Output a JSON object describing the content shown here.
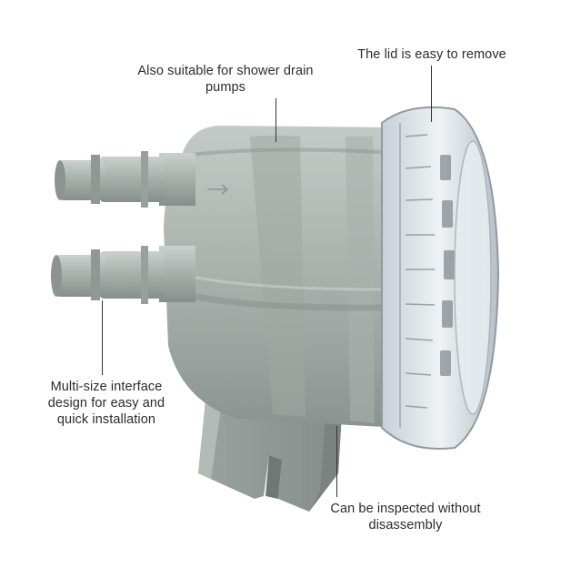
{
  "callouts": {
    "lid": "The lid is easy to remove",
    "shower_line1": "Also suitable for shower drain",
    "shower_line2": "pumps",
    "interface_line1": "Multi-size interface",
    "interface_line2": "design for easy and",
    "interface_line3": "quick installation",
    "inspect_line1": "Can be inspected without",
    "inspect_line2": "disassembly"
  },
  "colors": {
    "body_grey": "#a6aeaa",
    "body_dark": "#7f8884",
    "lid_clear": "#dfe6ea",
    "lid_edge": "#8f9aa3",
    "text": "#2b2b2b"
  }
}
